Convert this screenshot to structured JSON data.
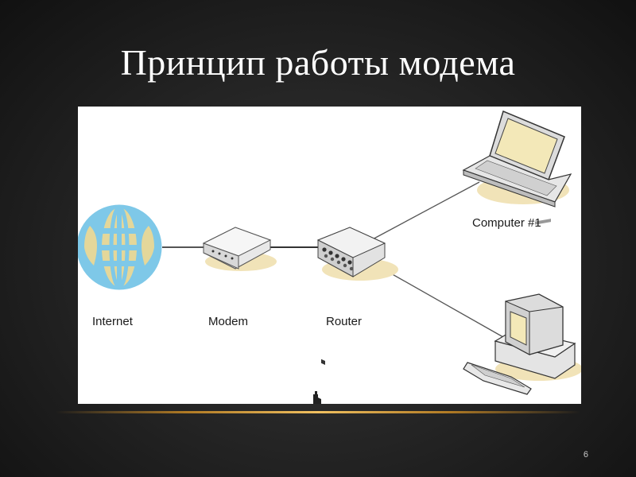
{
  "slide": {
    "title": "Принцип работы модема",
    "page_number": "6"
  },
  "diagram": {
    "nodes": {
      "internet": {
        "label": "Internet",
        "icon": "globe-icon"
      },
      "modem": {
        "label": "Modem",
        "icon": "modem-icon"
      },
      "router": {
        "label": "Router",
        "icon": "router-icon"
      },
      "computer1": {
        "label": "Computer #1",
        "icon": "laptop-icon"
      },
      "computer2": {
        "label": "",
        "icon": "desktop-computer-icon"
      }
    },
    "colors": {
      "globe": "#7ec8e8",
      "globe_land": "#e4d79a",
      "device_shadow": "#f1e3b8",
      "link_line": "#444444",
      "accent_line": "#e0a840"
    }
  }
}
